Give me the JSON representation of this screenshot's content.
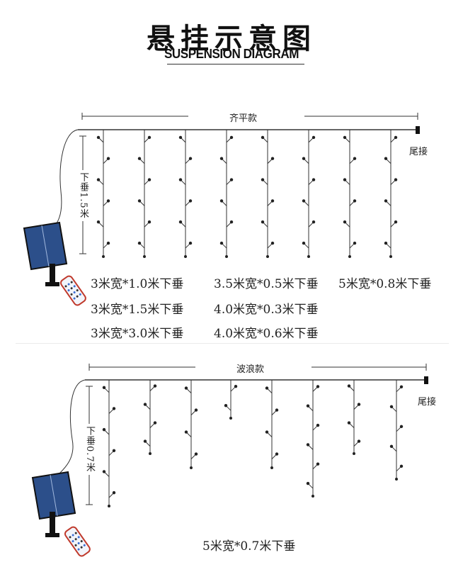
{
  "header": {
    "title_cn": "悬挂示意图",
    "title_en": "SUSPENSION DIAGRAM"
  },
  "section1": {
    "style_label": "齐平款",
    "tail_label": "尾接",
    "drop_label": "下垂1.5米",
    "specs": [
      "3米宽*1.0米下垂",
      "3.5米宽*0.5米下垂",
      "5米宽*0.8米下垂",
      "3米宽*1.5米下垂",
      "4.0米宽*0.3米下垂",
      "3米宽*3.0米下垂",
      "4.0米宽*0.6米下垂"
    ]
  },
  "section2": {
    "style_label": "波浪款",
    "tail_label": "尾接",
    "drop_label": "下垂0.7米",
    "specs": [
      "5米宽*0.7米下垂"
    ]
  }
}
